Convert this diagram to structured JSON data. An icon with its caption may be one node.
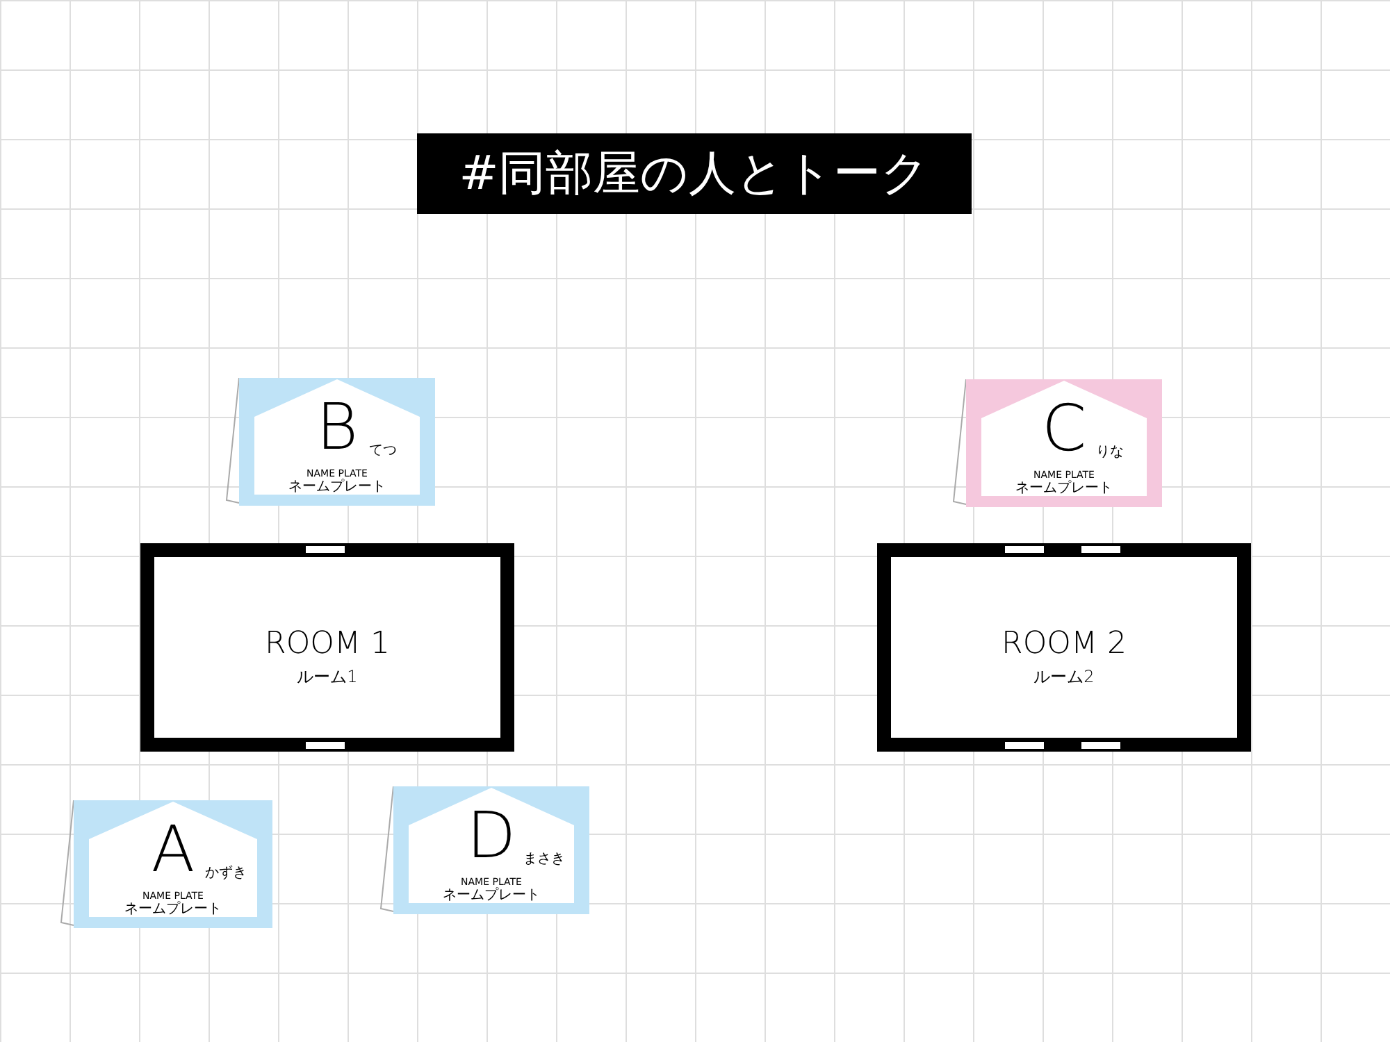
{
  "diagram": {
    "title": "#同部屋の人とトーク",
    "nodes": [
      {
        "text": [
          "B",
          "てつ",
          "NAME PLATE",
          "ネームプレート"
        ]
      },
      {
        "text": [
          "C",
          "りな",
          "NAME PLATE",
          "ネームプレート"
        ]
      },
      {
        "text": [
          "ROOM 1",
          "ルーム1"
        ]
      },
      {
        "text": [
          "ROOM 2",
          "ルーム2"
        ]
      },
      {
        "text": [
          "A",
          "かずき",
          "NAME PLATE",
          "ネームプレート"
        ]
      },
      {
        "text": [
          "D",
          "まさき",
          "NAME PLATE",
          "ネームプレート"
        ]
      }
    ]
  }
}
